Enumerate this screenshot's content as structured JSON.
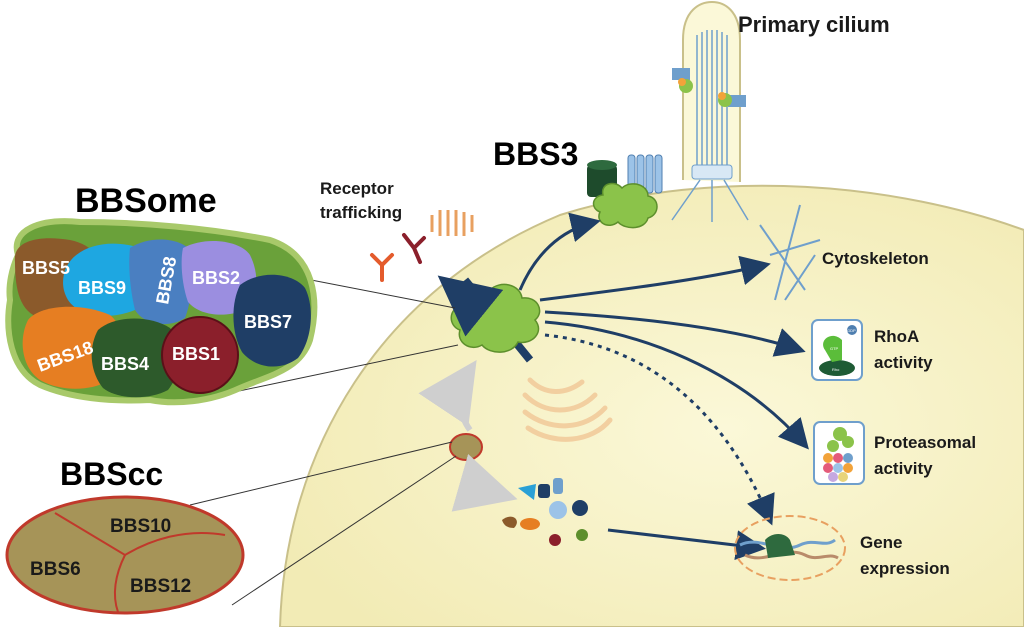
{
  "labels": {
    "primary_cilium": "Primary cilium",
    "bbs3": "BBS3",
    "bbsome": "BBSome",
    "receptor_trafficking_1": "Receptor",
    "receptor_trafficking_2": "trafficking",
    "cytoskeleton": "Cytoskeleton",
    "rhoa_1": "RhoA",
    "rhoa_2": "activity",
    "proteasomal_1": "Proteasomal",
    "proteasomal_2": "activity",
    "gene_1": "Gene",
    "gene_2": "expression",
    "bbscc": "BBScc",
    "gtp_icon_text": "GTP",
    "gdp_icon_text": "GDP",
    "rho_icon_text": "Rho"
  },
  "bbsome_subunits": [
    "BBS5",
    "BBS9",
    "BBS8",
    "BBS2",
    "BBS7",
    "BBS18",
    "BBS4",
    "BBS1"
  ],
  "bbscc_subunits": [
    "BBS10",
    "BBS6",
    "BBS12"
  ],
  "colors": {
    "cell": "#f7f2c4",
    "cell_border": "#c9c08a",
    "bbsome_green": "#8bc34a",
    "arrow": "#1f3e66",
    "bbscc_fill": "#a69458",
    "bbscc_border": "#c0392b"
  }
}
